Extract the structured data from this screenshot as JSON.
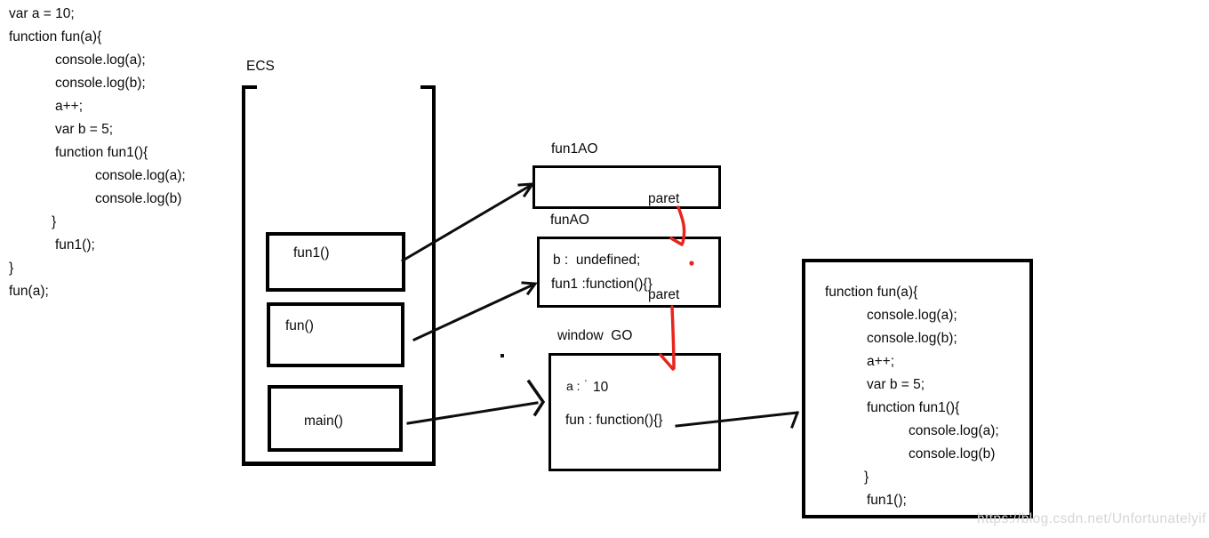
{
  "colors": {
    "ink": "#0a0a0a",
    "red": "#e8251d",
    "watermark": "#d6d6d6"
  },
  "left_code": {
    "lines": [
      "var a = 10;",
      "function fun(a){",
      "console.log(a);",
      "console.log(b);",
      "a++;",
      "var b = 5;",
      "function fun1(){",
      "console.log(a);",
      "console.log(b)",
      "}",
      "fun1();",
      "}",
      "fun(a);"
    ]
  },
  "ecs": {
    "label": "ECS",
    "frames": [
      {
        "label": "fun1()"
      },
      {
        "label": "fun()"
      },
      {
        "label": "main()"
      }
    ]
  },
  "fun1ao": {
    "title": "fun1AO",
    "parent_label": "paret"
  },
  "funao": {
    "title": "funAO",
    "line_b": "b :  undefined;",
    "line_fun1": "fun1 :function(){}",
    "parent_label": "paret"
  },
  "window_go": {
    "title": "window  GO",
    "a_label": "a :",
    "a_mark": "'",
    "a_value": "10",
    "line_fun": "fun : function(){}"
  },
  "right_code": {
    "lines": [
      "function fun(a){",
      "console.log(a);",
      "console.log(b);",
      "a++;",
      "var b = 5;",
      "function fun1(){",
      "console.log(a);",
      "console.log(b)",
      "}",
      "fun1();"
    ]
  },
  "watermark": "https://blog.csdn.net/Unfortunatelyif"
}
